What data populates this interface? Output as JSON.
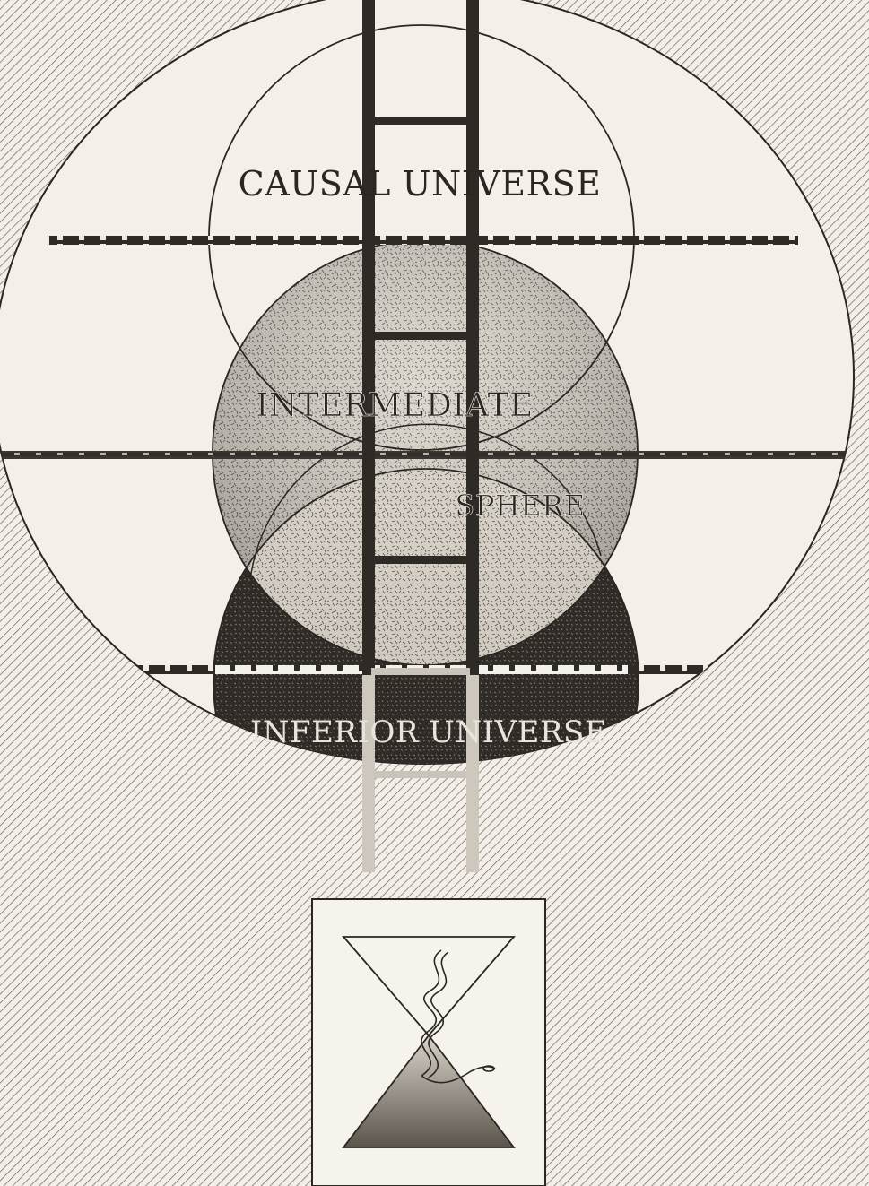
{
  "labels": {
    "causal": "CAUSAL UNIVERSE",
    "intermediate": "INTERMEDIATE",
    "sphere": "SPHERE",
    "inferior": "INFERIOR UNIVERSE"
  },
  "colors": {
    "paper": "#f1ede6",
    "ink": "#2a2622",
    "hatch": "#5a544c",
    "dark_sphere": "#2d2925",
    "mid_sphere": "#c9c2b7"
  },
  "icons": {
    "ladder": "ladder-icon",
    "hourglass": "hourglass-icon",
    "serpent": "serpent-icon"
  }
}
